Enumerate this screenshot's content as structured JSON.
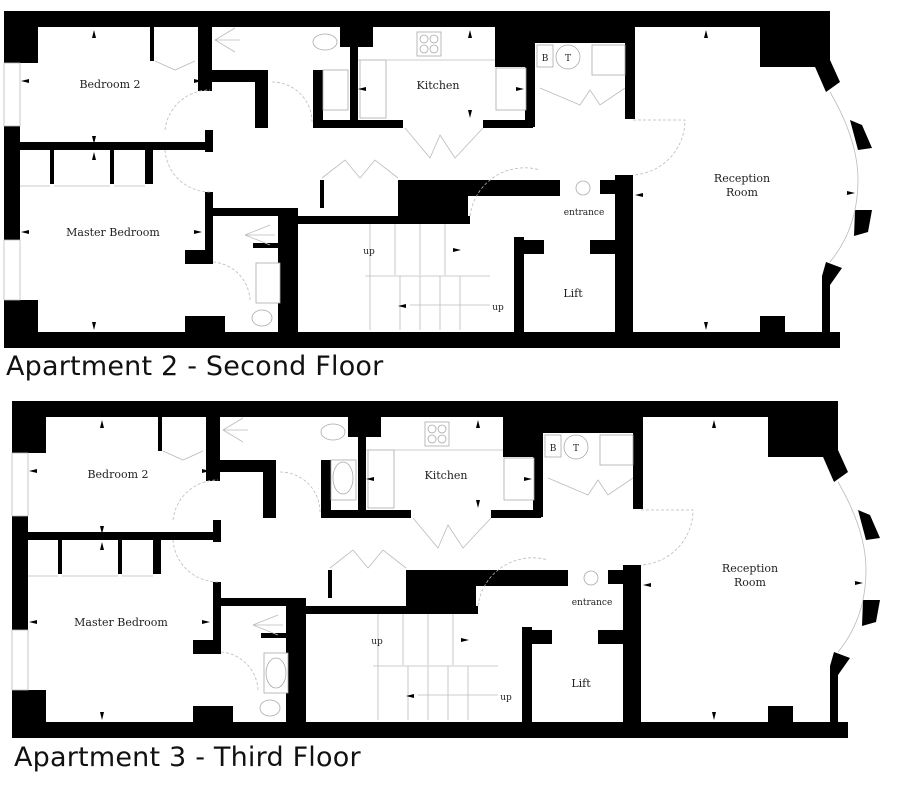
{
  "floors": [
    {
      "title": "Apartment 2 - Second Floor",
      "rooms": {
        "bedroom2": "Bedroom 2",
        "master_bedroom": "Master Bedroom",
        "kitchen": "Kitchen",
        "reception_line1": "Reception",
        "reception_line2": "Room",
        "entrance": "entrance",
        "lift": "Lift",
        "stairs_up_1": "up",
        "stairs_up_2": "up",
        "boiler": "B",
        "tank": "T"
      }
    },
    {
      "title": "Apartment 3 - Third Floor",
      "rooms": {
        "bedroom2": "Bedroom 2",
        "master_bedroom": "Master Bedroom",
        "kitchen": "Kitchen",
        "reception_line1": "Reception",
        "reception_line2": "Room",
        "entrance": "entrance",
        "lift": "Lift",
        "stairs_up_1": "up",
        "stairs_up_2": "up",
        "boiler": "B",
        "tank": "T"
      }
    }
  ],
  "colors": {
    "wall": "#000000",
    "background": "#ffffff",
    "fixture_line": "#bbbbbb"
  }
}
